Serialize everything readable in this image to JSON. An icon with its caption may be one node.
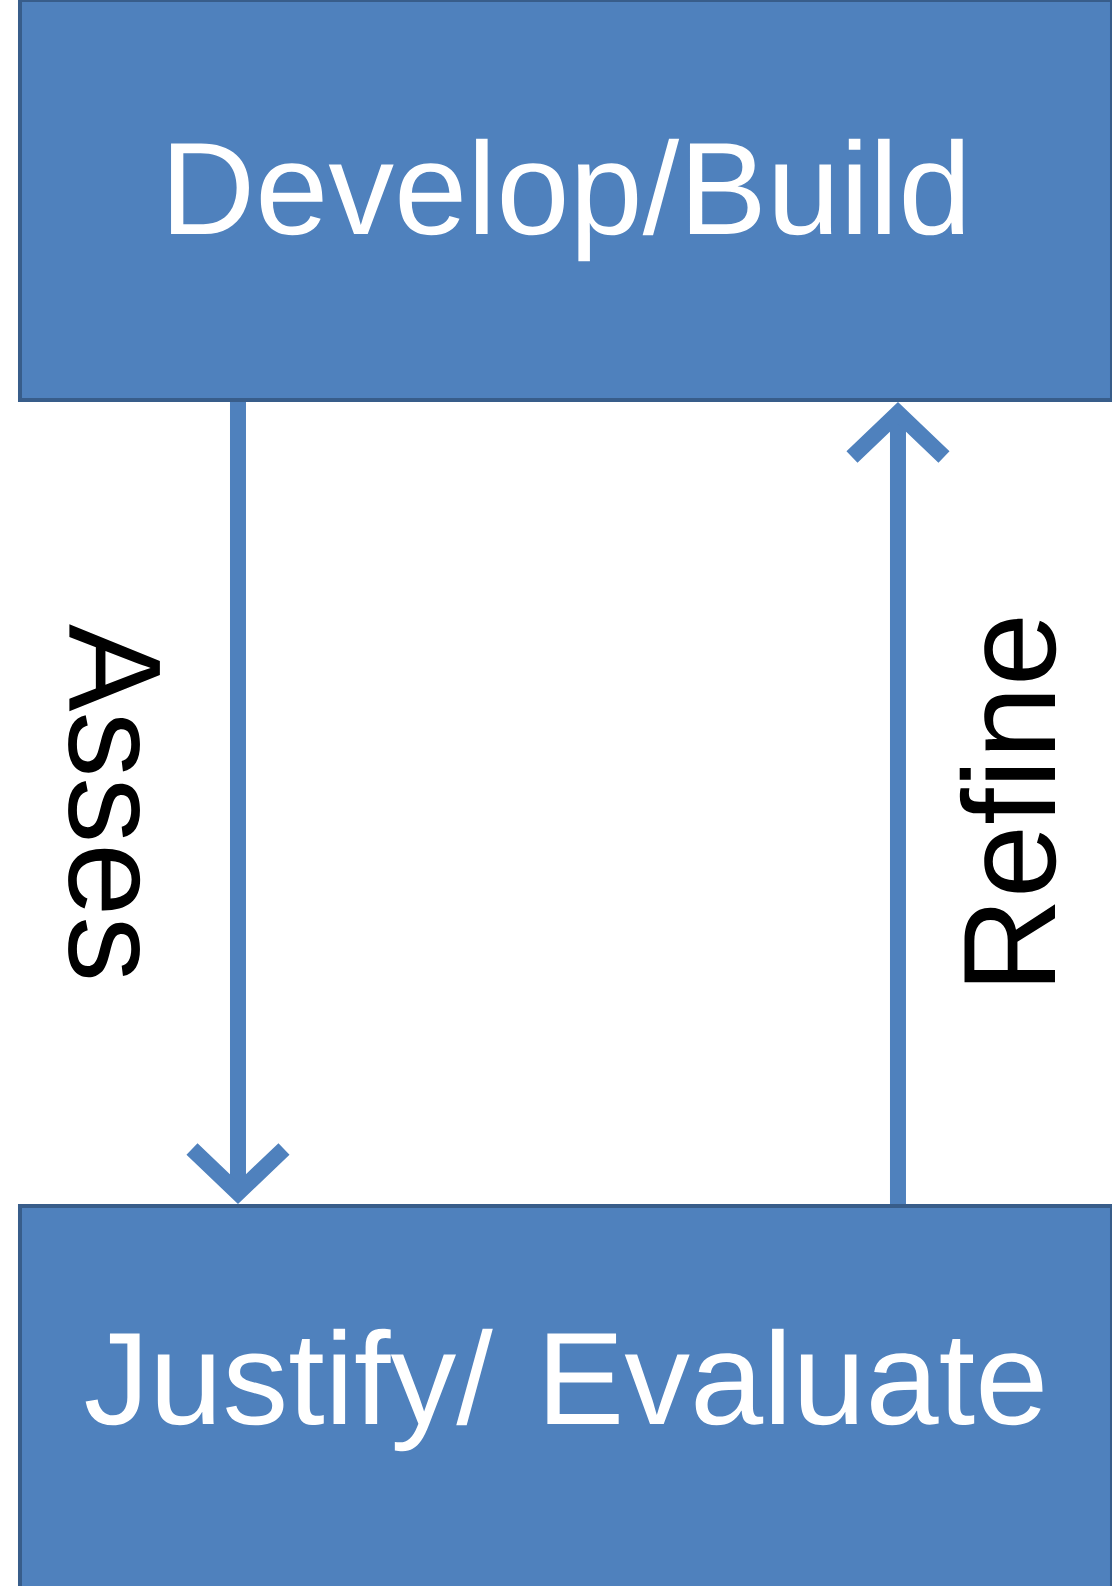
{
  "diagram": {
    "nodes": [
      {
        "text": [
          "Develop/Build"
        ]
      },
      {
        "text": [
          "Justify/ Evaluate"
        ]
      }
    ],
    "edges": [
      {
        "from": 0,
        "to": 1,
        "arrow": "to",
        "label": "Asses"
      },
      {
        "from": 1,
        "to": 0,
        "arrow": "to",
        "label": "Refine"
      }
    ]
  }
}
